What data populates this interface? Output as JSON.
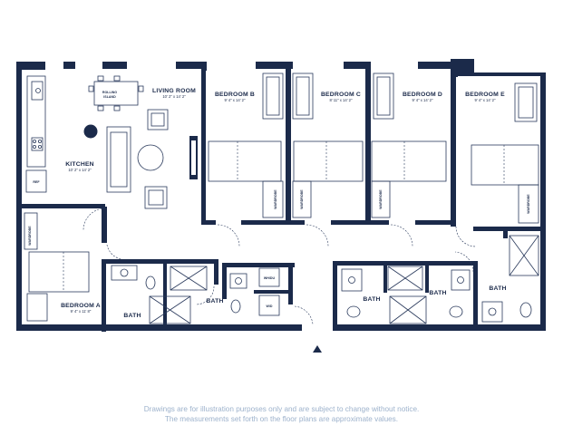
{
  "rooms": {
    "living_room": {
      "name": "LIVING ROOM",
      "dims": "10' 2\" x 14' 2\""
    },
    "kitchen": {
      "name": "KITCHEN",
      "dims": "10' 2\" x 14' 2\""
    },
    "bedroom_a": {
      "name": "BEDROOM A",
      "dims": "9' 4\" x 11' 8\""
    },
    "bedroom_b": {
      "name": "BEDROOM B",
      "dims": "9' 4\" x 14' 2\""
    },
    "bedroom_c": {
      "name": "BEDROOM C",
      "dims": "8' 11\" x 14' 2\""
    },
    "bedroom_d": {
      "name": "BEDROOM D",
      "dims": "9' 4\" x 14' 2\""
    },
    "bedroom_e": {
      "name": "BEDROOM E",
      "dims": "9' 4\" x 14' 2\""
    }
  },
  "baths": [
    "BATH",
    "BATH",
    "BATH",
    "BATH",
    "BATH"
  ],
  "fixture_labels": {
    "rolling_island": [
      "ROLLING",
      "ISLAND"
    ],
    "ref": "REF",
    "wardrobe": "WARDROBE",
    "washer_dryer": "W/D",
    "water_heater": "WH/DU"
  },
  "disclaimer": [
    "Drawings are for illustration purposes only and are subject to change without notice.",
    "The measurements set forth on the floor plans are approximate values."
  ]
}
